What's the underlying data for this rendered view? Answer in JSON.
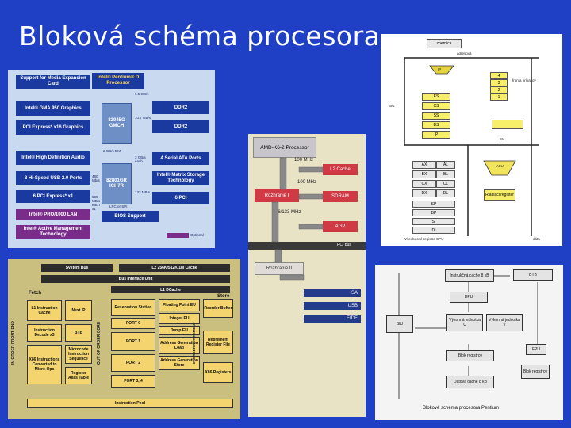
{
  "slide": {
    "title": "Bloková schéma procesora"
  },
  "panel1": {
    "left": [
      "Support for Media Expansion Card",
      "Intel® GMA 950 Graphics",
      "PCI Express* x16 Graphics",
      "Intel® High Definition Audio",
      "8 Hi-Speed USB 2.0 Ports",
      "6 PCI Express* x1",
      "Intel® PRO/1000 LAN",
      "Intel® Active Management Technology"
    ],
    "cpu": "Intel® Pentium® D Processor",
    "mch": "82945G GMCH",
    "ich": "82801GR ICH7R",
    "right": [
      "DDR2",
      "DDR2",
      "4 Serial ATA Ports",
      "Intel® Matrix Storage Technology",
      "6 PCI",
      "BIOS Support"
    ],
    "labels": [
      "6.5 GB/s",
      "10.7 GB/s",
      "2 GB/s DMI",
      "3 GB/s each",
      "480 Mb/s",
      "500 MB/s each x1",
      "133 MB/s",
      "LPC or SPI"
    ],
    "legend": "Optional"
  },
  "panel2": {
    "cpu": "AMD-K6-2 Processor",
    "bus100": "100 MHz",
    "l2": "L2 Cache",
    "bus100b": "100 MHz",
    "rozh1": "Rozhranie I",
    "sdram": "SDRAM",
    "bus66": "66/133 MHz",
    "agp": "AGP",
    "pcibus": "PCI bus",
    "rozh2": "Rozhranie II",
    "isa": "ISA",
    "usb": "USB",
    "eide": "EIDE"
  },
  "panel3": {
    "top": "zbernica",
    "adr": "adresová",
    "ip": "IP",
    "regs": [
      "ES",
      "CS",
      "SS",
      "DS",
      "IP"
    ],
    "nums": [
      "4",
      "3",
      "2",
      "1"
    ],
    "queue": "fronta príkazov",
    "gen": [
      "AX",
      "BX",
      "CX",
      "DX"
    ],
    "genr": [
      "AL",
      "BL",
      "CL",
      "DL"
    ],
    "idx": [
      "SP",
      "BP",
      "SI",
      "DI"
    ],
    "alu": "ALU",
    "flags": "Riadiaci register",
    "biu": "BIU",
    "eu": "EU",
    "footer": "Všeobecné registre CPU",
    "data": "dáta"
  },
  "panel4": {
    "sysbus": "System Bus",
    "l2": "L2 256K/512K/1M Cache",
    "biu": "Bus Interface Unit",
    "l1d": "L1 DCache",
    "fetch": "Fetch",
    "store": "Store",
    "l1i": "L1 Instruction Cache",
    "next": "Next IP",
    "rs": "Reservation Station",
    "fp": "Floating Point EU",
    "reorder": "Reorder Buffer",
    "decode": "Instruction Decode x3",
    "btb": "BTB",
    "port0": "PORT 0",
    "int": "Integer EU",
    "jump": "Jump EU",
    "port1": "PORT 1",
    "agu": "Address Generation Load",
    "retire": "Retirement Register File",
    "x86": "X86 Instructions Converted to Micro-Ops",
    "micro": "Microcode Instruction Sequence",
    "port2": "PORT 2",
    "store2": "Address Generation Store",
    "regalias": "Register Alias Table",
    "port34": "PORT 3, 4",
    "x86reg": "X86 Registers",
    "pool": "Instruction Pool",
    "inorder": "IN ORDER FRONT END",
    "ooo": "OUT OF ORDER CORE",
    "inorder2": "IN ORDER RETIREMENT"
  },
  "panel5": {
    "icache": "Instrukčná cache 8 kB",
    "btb": "BTB",
    "dpu": "DPU",
    "biu": "BIU",
    "u": "Výkonná jednotka U",
    "v": "Výkonná jednotka V",
    "regs": "Blok registrov",
    "fpu": "FPU",
    "fpregs": "Blok registrov",
    "dcache": "Dátová cache 8 kB",
    "caption": "Blokové schéma procesora Pentium"
  }
}
